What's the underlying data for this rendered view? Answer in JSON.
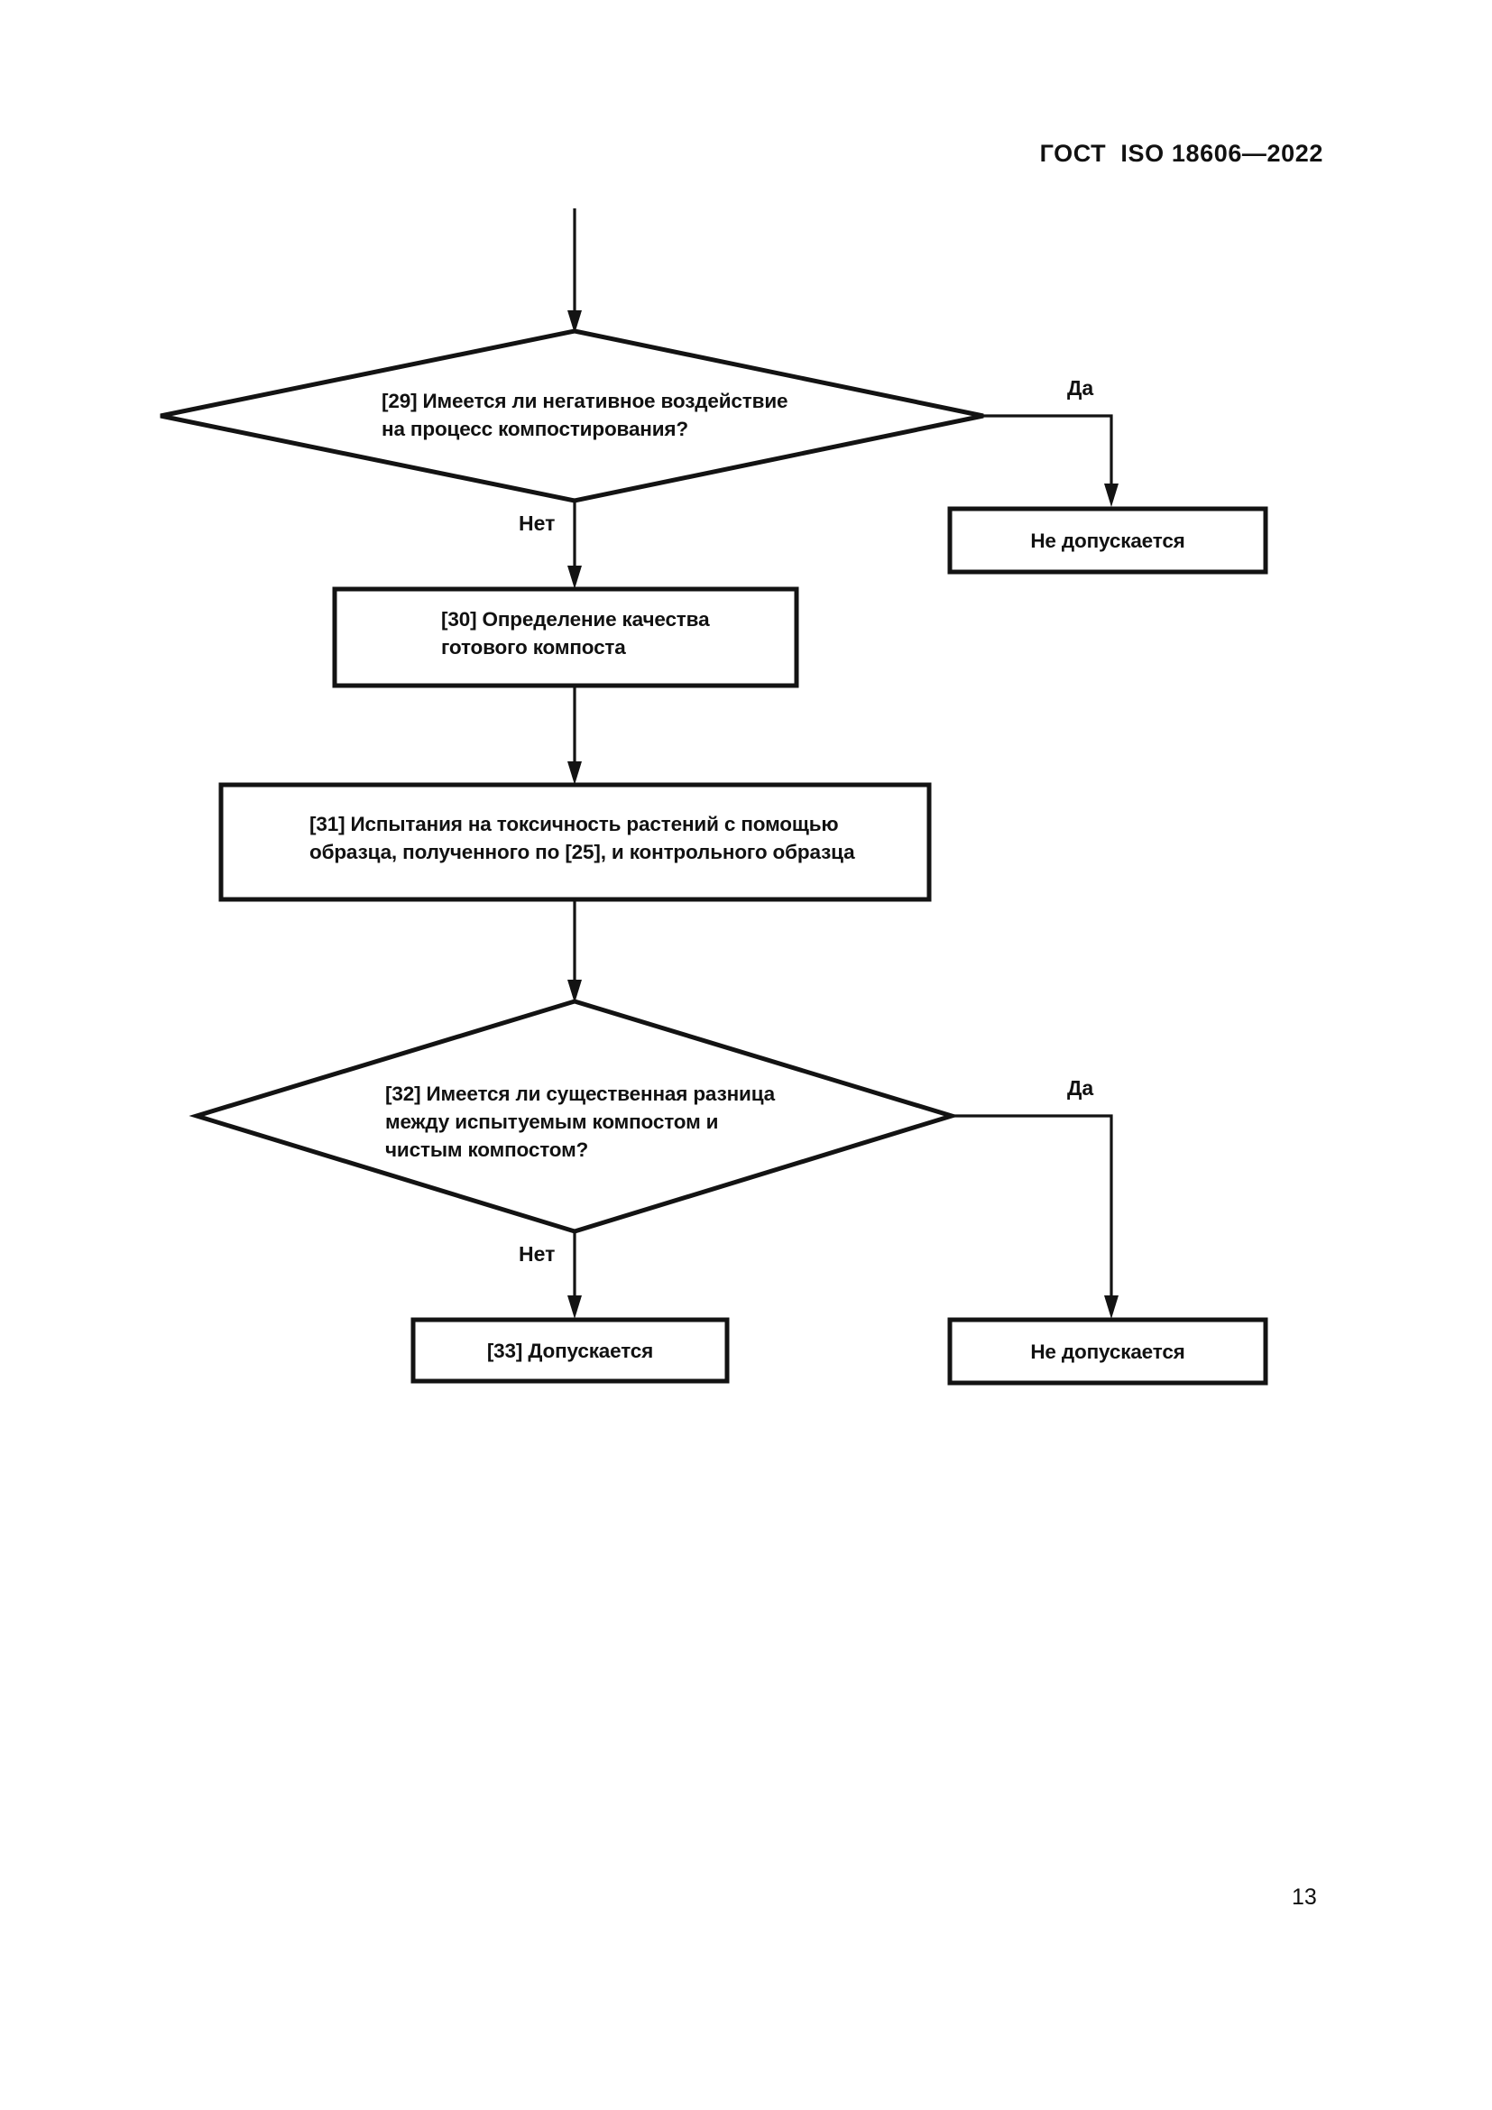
{
  "document": {
    "header": "ГОСТ  ISO 18606—2022",
    "page_number": "13"
  },
  "flowchart": {
    "title": "",
    "nodes": {
      "decision_29": {
        "shape": "diamond",
        "line1": "[29] Имеется ли негативное воздействие",
        "line2": "на процесс компостирования?"
      },
      "reject_top": {
        "shape": "rect",
        "line1": "Не допускается"
      },
      "process_30": {
        "shape": "rect",
        "line1": "[30] Определение качества",
        "line2": "готового компоста"
      },
      "process_31": {
        "shape": "rect",
        "line1": "[31] Испытания на токсичность растений с помощью",
        "line2": "образца, полученного по [25], и контрольного образца"
      },
      "decision_32": {
        "shape": "diamond",
        "line1": "[32] Имеется ли существенная разница",
        "line2": "между испытуемым компостом и",
        "line3": "чистым компостом?"
      },
      "accept_33": {
        "shape": "rect",
        "line1": "[33] Допускается"
      },
      "reject_bottom": {
        "shape": "rect",
        "line1": "Не допускается"
      }
    },
    "edges": {
      "yes_29": "Да",
      "no_29": "Нет",
      "yes_32": "Да",
      "no_32": "Нет"
    },
    "colors": {
      "stroke": "#131313",
      "fill": "#ffffff",
      "text": "#111111"
    }
  }
}
